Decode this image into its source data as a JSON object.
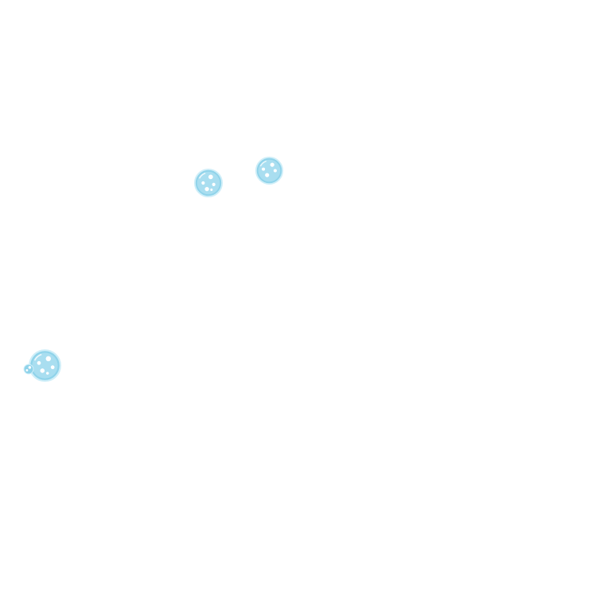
{
  "scene": {
    "background_color": "#ffffff",
    "bubble_color": "#8fd3ea",
    "bubble_highlight_color": "#ffffff",
    "bubbles": [
      {
        "icon": "bubble-icon",
        "size": "medium"
      },
      {
        "icon": "bubble-icon",
        "size": "medium"
      },
      {
        "icon": "bubble-icon",
        "size": "large"
      },
      {
        "icon": "bubble-icon",
        "size": "small"
      }
    ]
  }
}
